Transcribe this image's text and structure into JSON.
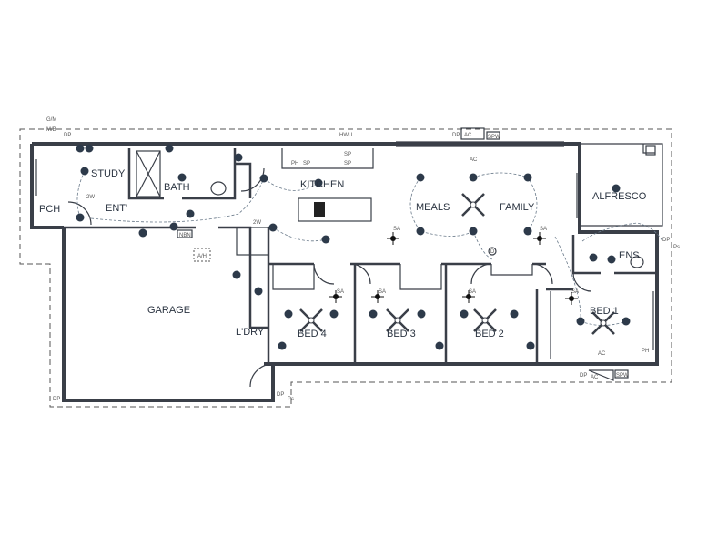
{
  "rooms": {
    "study": "STUDY",
    "bath": "BATH",
    "pch": "PCH",
    "ent": "ENT'",
    "kitchen": "KITCHEN",
    "meals": "MEALS",
    "family": "FAMILY",
    "alfresco": "ALFRESCO",
    "ens": "ENS",
    "garage": "GARAGE",
    "ldry": "L'DRY",
    "bed4": "BED 4",
    "bed3": "BED 3",
    "bed2": "BED 2",
    "bed1": "BED 1"
  },
  "annotations": {
    "gm": "G/M",
    "mb": "M/B",
    "dp_top_left": "DP",
    "hwu": "HWU",
    "dp_top": "DP",
    "ac_top": "AC",
    "spw_top": "SPW",
    "ac_family": "AC",
    "two_way_ent": "2W",
    "two_way_kitchen": "2W",
    "nbn": "NBN",
    "ah": "A/H",
    "sp1": "SP",
    "sp2": "SP",
    "sp3": "SP",
    "ph_kitchen": "PH",
    "sa1": "SA",
    "sa2": "SA",
    "sa3": "SA",
    "sa4": "SA",
    "sa5": "SA",
    "sa6": "SA",
    "d": "D",
    "dp_right": "DP",
    "ps_right": "Ps",
    "ac_bed1": "AC",
    "ph_bed1": "PH",
    "dp_bottom": "DP",
    "ac_bottom": "AC",
    "spw_bottom": "SPW",
    "dp_garage": "DP",
    "dp_ldry": "DP",
    "ps_ldry": "Ps"
  }
}
